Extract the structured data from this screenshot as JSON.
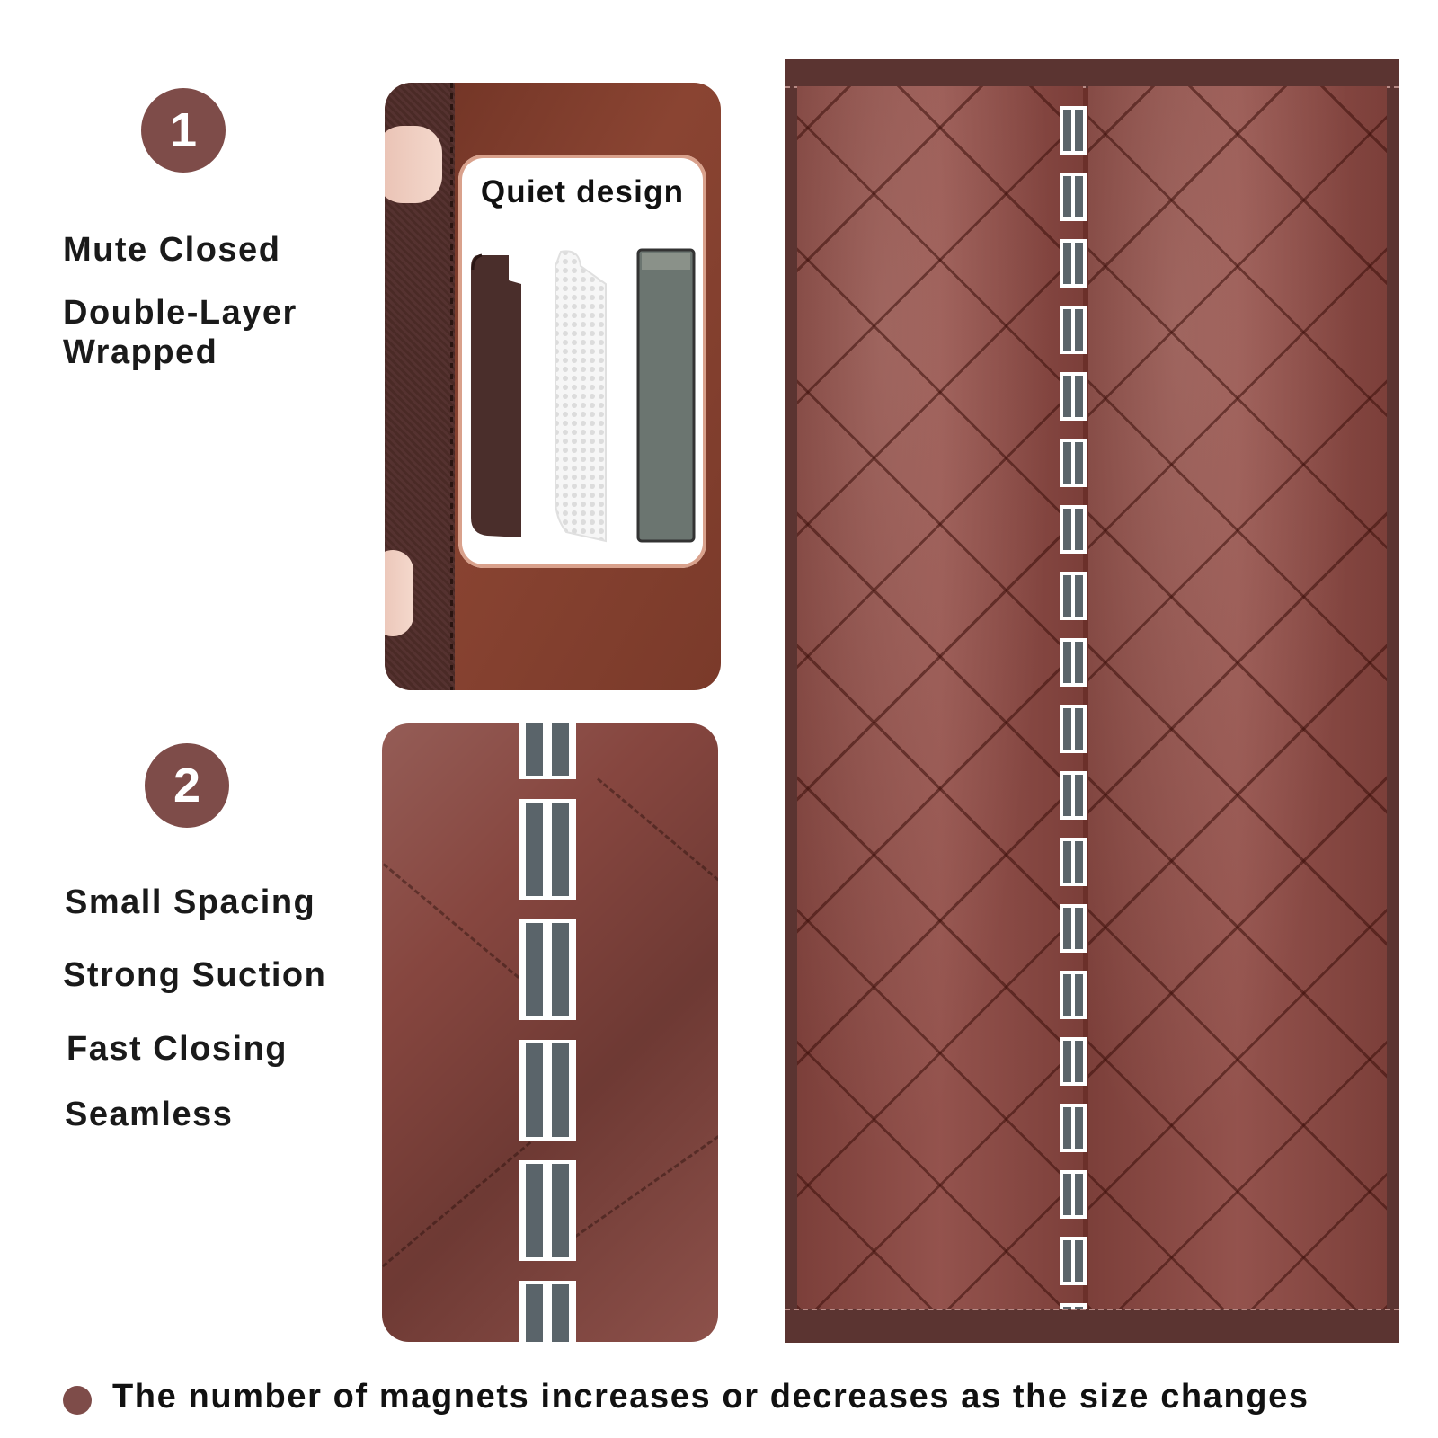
{
  "steps": [
    {
      "number": "1",
      "features": [
        "Mute Closed",
        "Double-Layer Wrapped"
      ]
    },
    {
      "number": "2",
      "features": [
        "Small Spacing",
        "Strong Suction",
        "Fast Closing",
        "Seamless"
      ]
    }
  ],
  "callout": {
    "title": "Quiet design"
  },
  "footer": {
    "text": "The number of magnets increases or decreases as the size changes"
  },
  "colors": {
    "accent": "#7e4c49",
    "curtain": "#8d4842",
    "magnet": "#5a646a"
  },
  "icons": {
    "bullet": "circle-bullet-icon"
  }
}
